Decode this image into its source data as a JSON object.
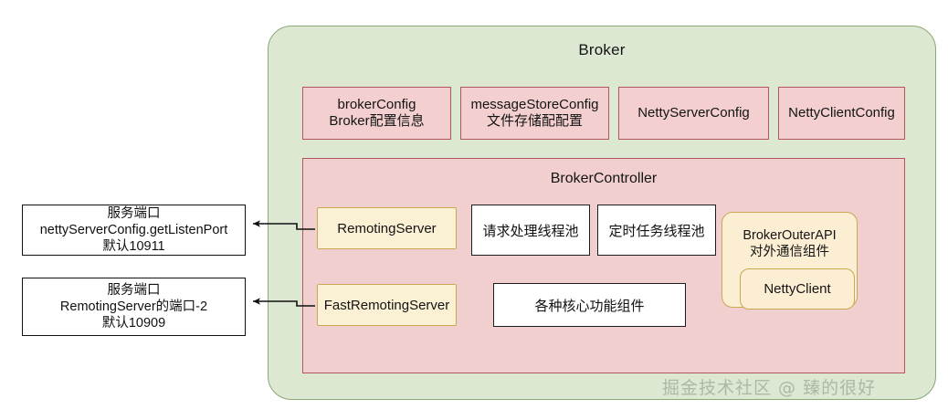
{
  "diagram": {
    "title": "Broker",
    "watermark": "掘金技术社区 @ 臻的很好",
    "colors": {
      "broker_bg": "#dde8d3",
      "broker_border": "#8aa878",
      "config_bg": "#f3cfcf",
      "config_border": "#b3555c",
      "controller_bg": "#f1cfce",
      "server_bg": "#faf0d3",
      "server_border": "#c8a951",
      "pool_bg": "#ffffff",
      "pool_border": "#1d1d1d",
      "callout_bg": "#ffffff",
      "callout_border": "#111111",
      "watermark_color": "#9aa596"
    },
    "configs": [
      {
        "line1": "brokerConfig",
        "line2": "Broker配置信息"
      },
      {
        "line1": "messageStoreConfig",
        "line2": "文件存储配配置"
      },
      {
        "line1": "NettyServerConfig",
        "line2": ""
      },
      {
        "line1": "NettyClientConfig",
        "line2": ""
      }
    ],
    "controller": {
      "title": "BrokerController",
      "servers": [
        {
          "label": "RemotingServer"
        },
        {
          "label": "FastRemotingServer"
        }
      ],
      "pools": [
        {
          "label": "请求处理线程池"
        },
        {
          "label": "定时任务线程池"
        },
        {
          "label": "各种核心功能组件"
        }
      ],
      "outer_api": {
        "line1": "BrokerOuterAPI",
        "line2": "对外通信组件",
        "child": "NettyClient"
      }
    },
    "callouts": [
      {
        "line1": "服务端口",
        "line2": "nettyServerConfig.getListenPort",
        "line3": "默认10911"
      },
      {
        "line1": "服务端口",
        "line2": "RemotingServer的端口-2",
        "line3": "默认10909"
      }
    ]
  }
}
